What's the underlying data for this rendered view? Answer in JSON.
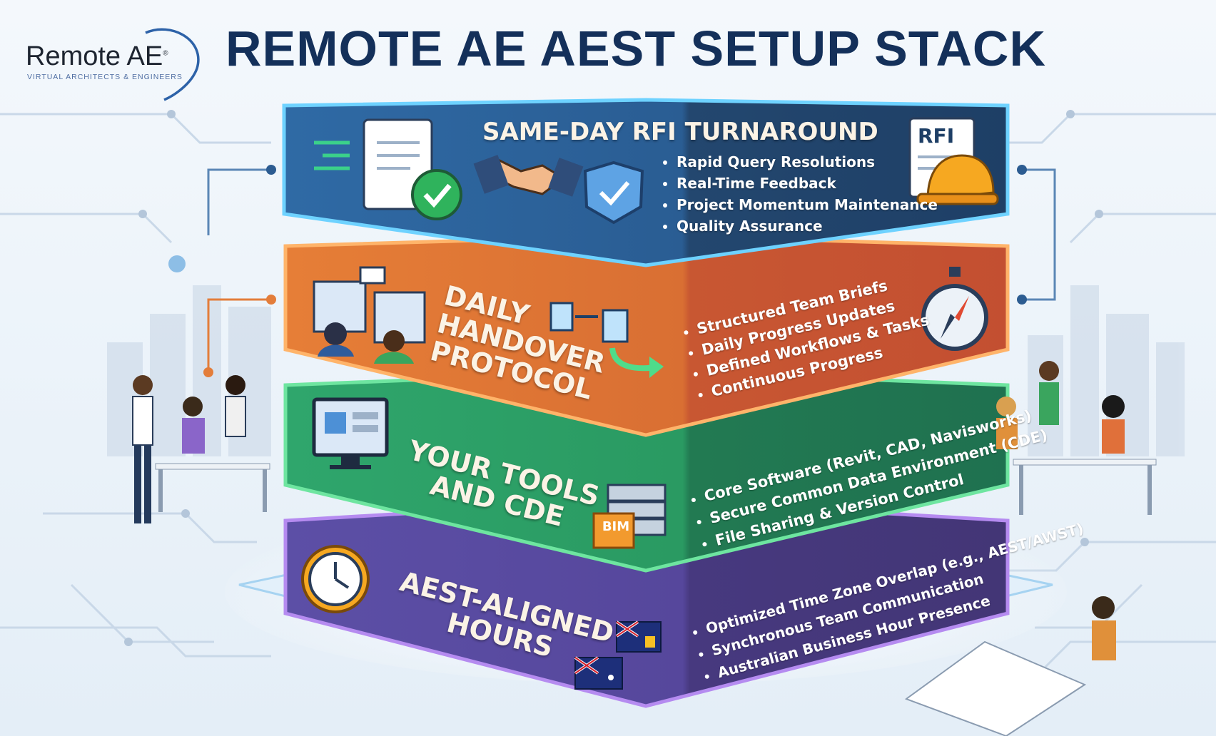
{
  "title": "REMOTE AE AEST SETUP STACK",
  "logo": {
    "wordmark": "Remote AE",
    "registered": "®",
    "tagline": "VIRTUAL ARCHITECTS & ENGINEERS"
  },
  "layers": [
    {
      "label": "SAME-DAY RFI TURNAROUND",
      "bullets": [
        "Rapid Query Resolutions",
        "Real-Time Feedback",
        "Project Momentum Maintenance",
        "Quality Assurance"
      ],
      "color": "#2a5f92",
      "icons": [
        "document-check-icon",
        "handshake-icon",
        "shield-check-icon",
        "rfi-document-icon",
        "hard-hat-icon"
      ],
      "badge": "RFI"
    },
    {
      "label_lines": [
        "DAILY",
        "HANDOVER",
        "PROTOCOL"
      ],
      "bullets": [
        "Structured Team Briefs",
        "Daily Progress Updates",
        "Defined Workflows & Tasks",
        "Continuous Progress"
      ],
      "color": "#d9713a",
      "icons": [
        "team-screens-icon",
        "document-handover-icon",
        "compass-icon"
      ]
    },
    {
      "label_lines": [
        "YOUR TOOLS",
        "AND CDE"
      ],
      "bullets": [
        "Core Software (Revit, CAD, Navisworks)",
        "Secure Common Data Environment (CDE)",
        "File Sharing & Version Control"
      ],
      "color": "#2e9a63",
      "icons": [
        "monitor-icon",
        "server-icon"
      ],
      "badge": "BIM"
    },
    {
      "label_lines": [
        "AEST-ALIGNED",
        "HOURS"
      ],
      "bullets": [
        "Optimized Time Zone Overlap (e.g., AEST/AWST)",
        "Synchronous Team Communication",
        "Australian Business Hour Presence"
      ],
      "color": "#5b4a9e",
      "icons": [
        "clock-icon",
        "australia-flag-icon",
        "western-australia-flag-icon"
      ]
    }
  ]
}
